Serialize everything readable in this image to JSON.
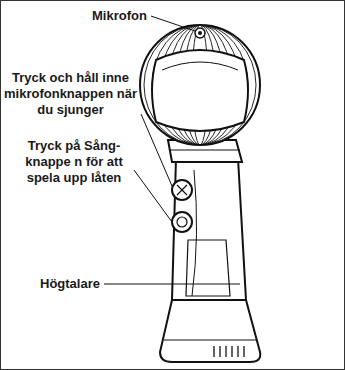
{
  "diagram": {
    "labels": [
      "Mikrofon",
      "Tryck och håll inne mikrofonknappen när du sjunger",
      "Tryck på Sång-knappe n för att spela upp låten",
      "Högtalare"
    ]
  }
}
